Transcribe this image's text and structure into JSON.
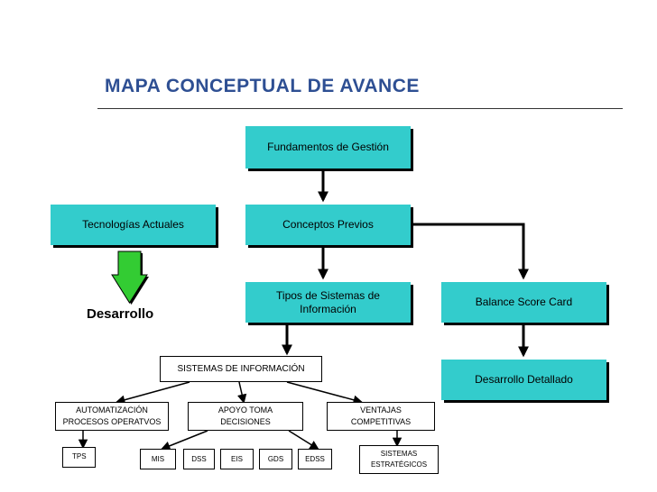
{
  "title": "MAPA CONCEPTUAL DE AVANCE",
  "boxes": {
    "fundamentos": "Fundamentos de Gestión",
    "tecnologias": "Tecnologías Actuales",
    "conceptos": "Conceptos Previos",
    "tipos": "Tipos de Sistemas de Información",
    "balance": "Balance Score Card",
    "desarrollo_detallado": "Desarrollo Detallado"
  },
  "desarrollo_label": "Desarrollo",
  "sistemas": "SISTEMAS DE INFORMACIÓN",
  "branches": {
    "automatizacion": "AUTOMATIZACIÓN PROCESOS OPERATVOS",
    "apoyo": "APOYO TOMA DECISIONES",
    "ventajas": "VENTAJAS COMPETITIVAS"
  },
  "leaves": {
    "tps": "TPS",
    "mis": "MIS",
    "dss": "DSS",
    "eis": "EIS",
    "gds": "GDS",
    "edss": "EDSS",
    "estrategicos": "SISTEMAS ESTRATÉGICOS"
  },
  "colors": {
    "box": "#33cccc",
    "title": "#2e4f93",
    "arrow_fill": "#33cc33",
    "line": "#000000"
  }
}
